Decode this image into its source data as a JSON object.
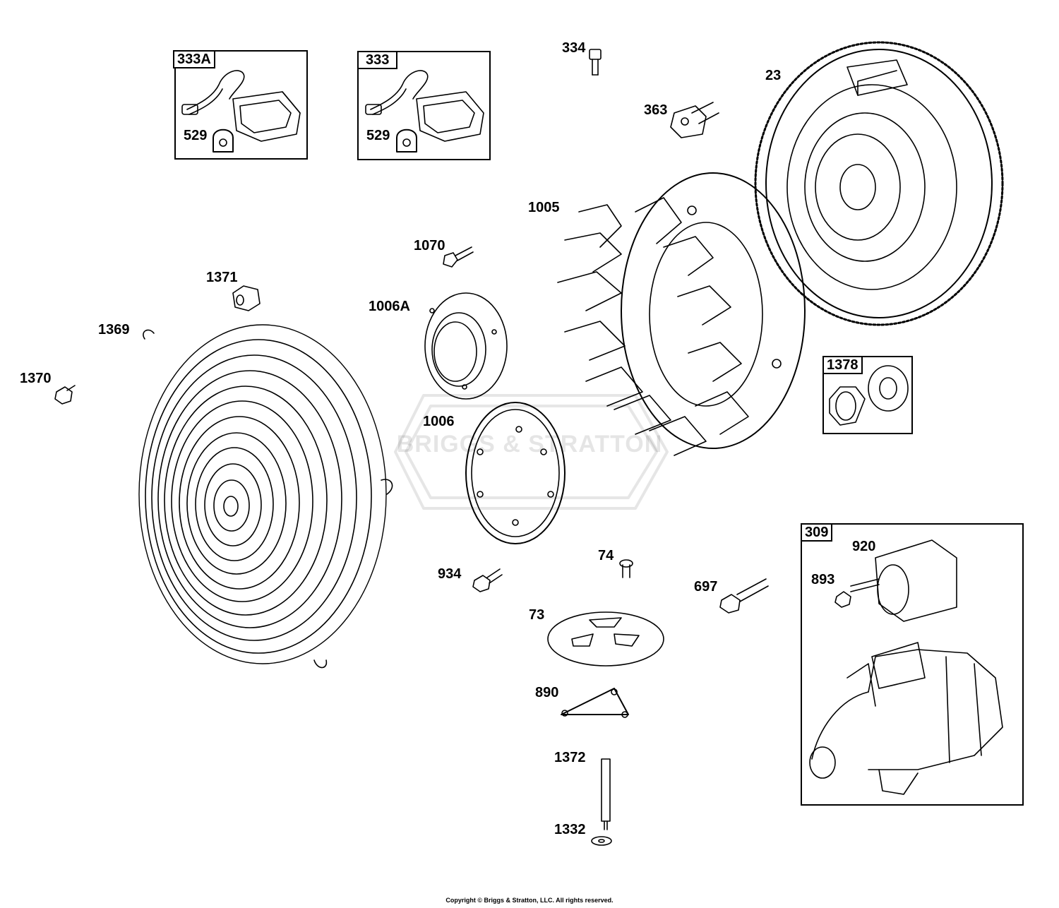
{
  "callouts": {
    "c334": "334",
    "c23": "23",
    "c363": "363",
    "c1005": "1005",
    "c1070": "1070",
    "c1371": "1371",
    "c1006A": "1006A",
    "c1369": "1369",
    "c1370": "1370",
    "c1006": "1006",
    "c934": "934",
    "c74": "74",
    "c697": "697",
    "c73": "73",
    "c890": "890",
    "c1372": "1372",
    "c1332": "1332",
    "c529a": "529",
    "c529b": "529",
    "c920": "920",
    "c893": "893"
  },
  "groups": {
    "g333A": "333A",
    "g333": "333",
    "g1378": "1378",
    "g309": "309"
  },
  "watermark": "BRIGGS & STRATTON",
  "copyright": "Copyright © Briggs & Stratton, LLC. All rights reserved."
}
